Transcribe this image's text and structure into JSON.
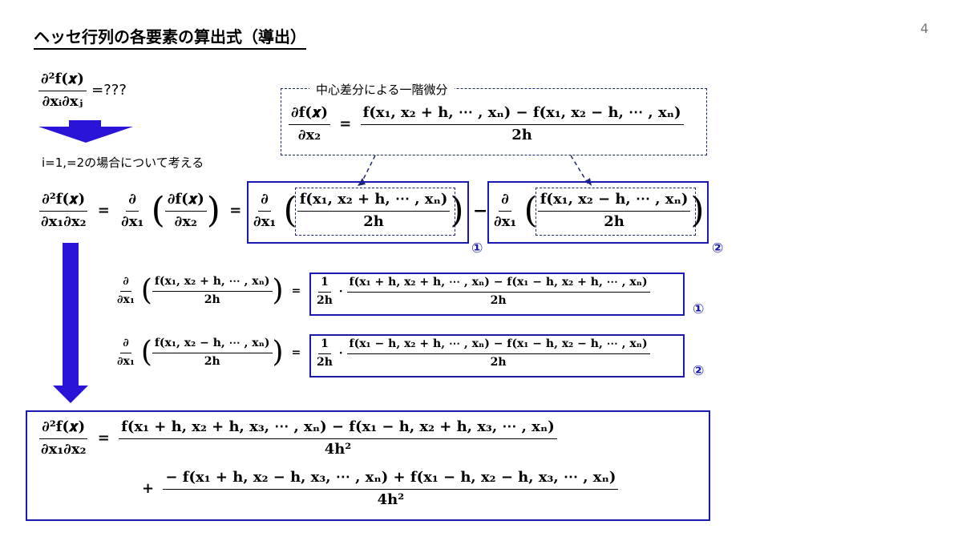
{
  "title": "ヘッセ行列の各要素の算出式（導出）",
  "page_number": "4",
  "intro_formula_rhs": "=???",
  "case_note": "i=1,=2の場合について考える",
  "central_diff_label": "中心差分による一階微分",
  "eq": {
    "d2f": "∂²f(𝒙)",
    "dxi_dxj": "∂xᵢ∂xⱼ",
    "dx1_dx2": "∂x₁∂x₂",
    "partial": "∂",
    "dx1": "∂x₁",
    "df": "∂f(𝒙)",
    "dx2": "∂x₂",
    "cd_num": "f(x₁, x₂ + h, ⋯ , xₙ) − f(x₁, x₂ − h, ⋯ , xₙ)",
    "den_2h": "2h",
    "f_plus": "f(x₁, x₂ + h, ⋯ , xₙ)",
    "f_minus": "f(x₁, x₂ − h, ⋯ , xₙ)",
    "one_over": "1",
    "num1": "f(x₁ + h, x₂ + h, ⋯ , xₙ) − f(x₁ − h, x₂ + h, ⋯ , xₙ)",
    "num2": "f(x₁ − h, x₂ + h, ⋯ , xₙ) − f(x₁ − h, x₂ − h, ⋯ , xₙ)",
    "final_num1": "f(x₁ + h, x₂ + h, x₃, ⋯ , xₙ) − f(x₁ − h, x₂ + h, x₃, ⋯ , xₙ)",
    "final_num2": "− f(x₁ + h, x₂ − h, x₃, ⋯ , xₙ) + f(x₁ − h, x₂ − h, x₃, ⋯ , xₙ)",
    "den_4h2": "4h²"
  },
  "markers": {
    "one": "①",
    "two": "②"
  },
  "colors": {
    "accent": "#1a1ab0",
    "dashed": "#1a2a6a",
    "arrow": "#2a14d8"
  }
}
